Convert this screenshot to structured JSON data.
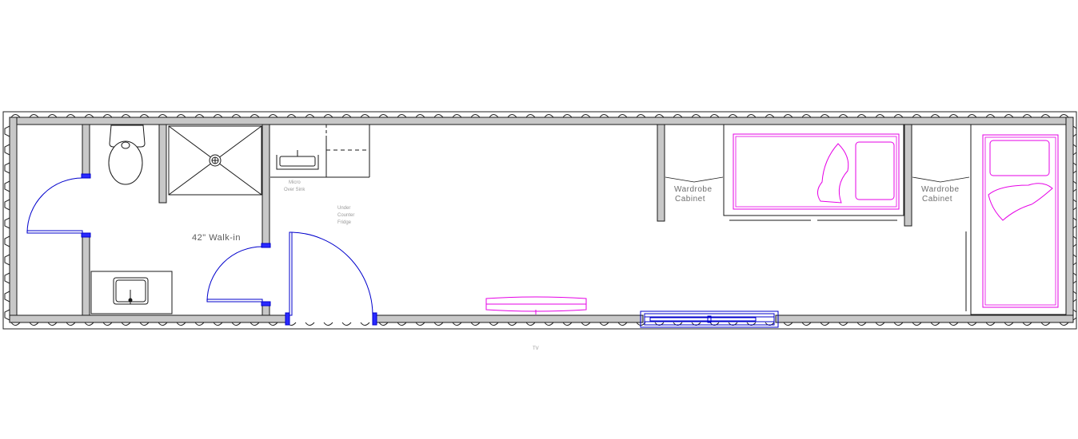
{
  "labels": {
    "walk_in": "42\" Walk-in",
    "micro_line1": "Micro",
    "micro_line2": "Over Sink",
    "fridge_line1": "Under",
    "fridge_line2": "Counter",
    "fridge_line3": "Fridge",
    "wardrobe1_line1": "Wardrobe",
    "wardrobe1_line2": "Cabinet",
    "wardrobe2_line1": "Wardrobe",
    "wardrobe2_line2": "Cabinet",
    "tv": "TV"
  },
  "colors": {
    "wall_fill": "#c8c8c8",
    "wall_stroke": "#1a1a1a",
    "door": "#0000cc",
    "bed": "#e600e6",
    "fixture": "#1a1a1a"
  }
}
